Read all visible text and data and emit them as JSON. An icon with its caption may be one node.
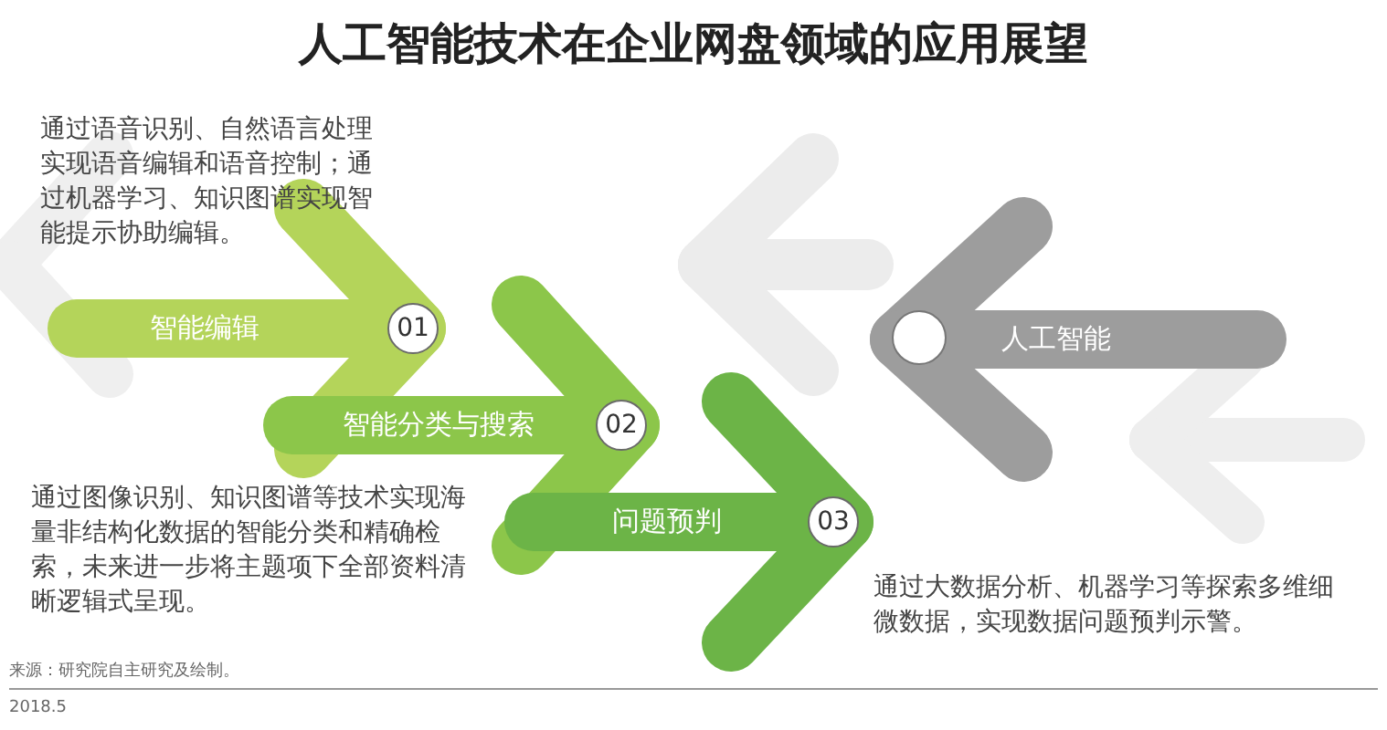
{
  "diagram": {
    "title": "人工智能技术在企业网盘领域的应用展望",
    "nodes": [
      {
        "text": [
          "人工智能"
        ]
      },
      {
        "text": [
          "智能编辑",
          "01"
        ],
        "beside": [
          "通过语音识别、自然语言处理实现语音编辑和语音控制；通过机器学习、知识图谱实现智能提示协助编辑。"
        ]
      },
      {
        "text": [
          "智能分类与搜索",
          "02"
        ],
        "beside": [
          "通过图像识别、知识图谱等技术实现海量非结构化数据的智能分类和精确检索，未来进一步将主题项下全部资料清晰逻辑式呈现。"
        ]
      },
      {
        "text": [
          "问题预判",
          "03"
        ],
        "beside": [
          "通过大数据分析、机器学习等探索多维细微数据，实现数据问题预判示警。"
        ]
      }
    ],
    "labels": [
      "来源：研究院自主研究及绘制。",
      "2018.5"
    ]
  }
}
